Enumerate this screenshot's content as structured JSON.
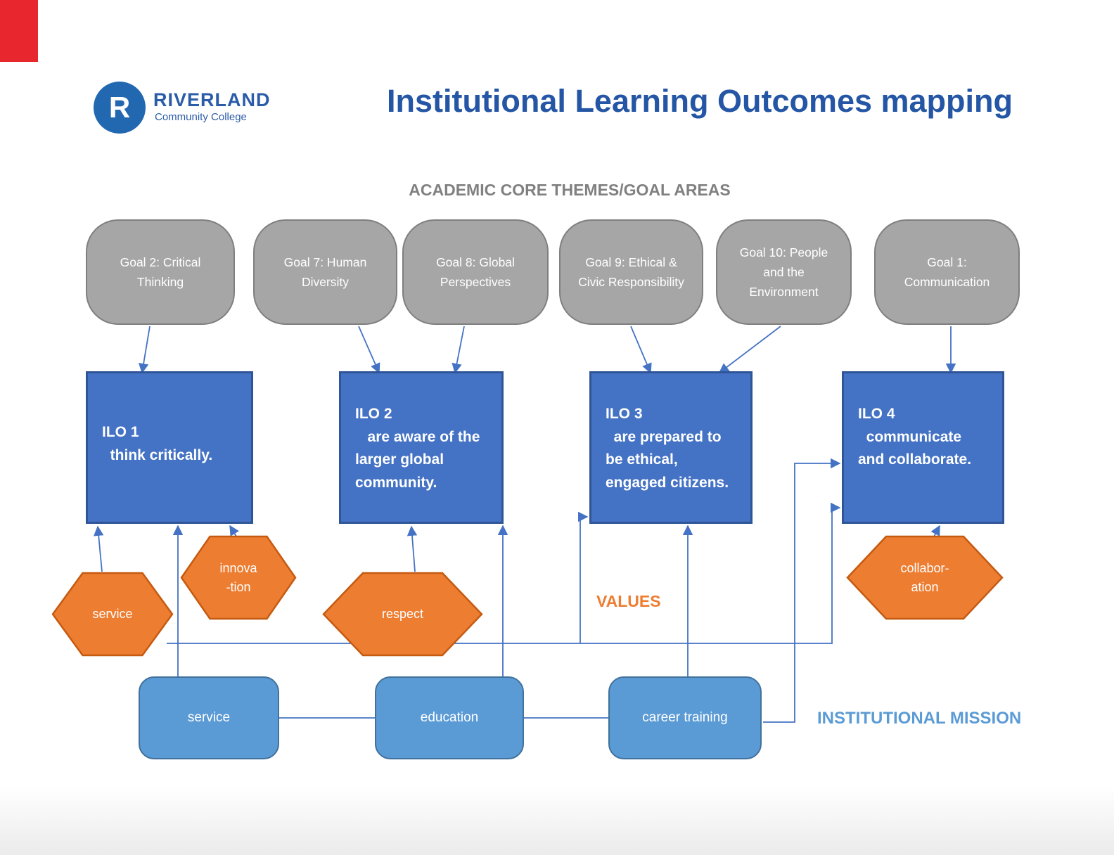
{
  "page": {
    "title": "Institutional Learning Outcomes mapping"
  },
  "logo": {
    "monogram": "R",
    "name": "RIVERLAND",
    "subtitle": "Community College"
  },
  "headings": {
    "goal_areas": "ACADEMIC CORE THEMES/GOAL AREAS",
    "values": "VALUES",
    "mission": "INSTITUTIONAL MISSION"
  },
  "goals": [
    {
      "label": "Goal 2: Critical Thinking"
    },
    {
      "label": "Goal 7:  Human Diversity"
    },
    {
      "label": "Goal 8: Global Perspectives"
    },
    {
      "label": "Goal 9: Ethical & Civic Responsibility"
    },
    {
      "label": "Goal 10: People and the Environment"
    },
    {
      "label": "Goal 1: Communication"
    }
  ],
  "ilos": [
    {
      "title": "ILO 1",
      "body": "  think critically."
    },
    {
      "title": "ILO 2",
      "body": "   are aware of the\nlarger global\ncommunity."
    },
    {
      "title": "ILO 3",
      "body": "  are prepared to\nbe ethical,\nengaged citizens."
    },
    {
      "title": "ILO 4",
      "body": "  communicate\nand collaborate."
    }
  ],
  "values_hexagons": [
    {
      "label": "service"
    },
    {
      "label": "innova\n-tion"
    },
    {
      "label": "respect"
    },
    {
      "label": "collabor-\nation"
    }
  ],
  "mission_boxes": [
    {
      "label": "service"
    },
    {
      "label": "education"
    },
    {
      "label": "career training"
    }
  ],
  "colors": {
    "goal_gray": "#a6a6a6",
    "ilo_blue": "#4472c4",
    "ilo_border": "#2f5597",
    "value_orange": "#ed7d31",
    "value_border": "#c55a11",
    "mission_blue": "#5b9bd5",
    "connector_blue": "#4472c4",
    "title_blue": "#2456a5",
    "heading_gray": "#808080",
    "logo_blue": "#2268b0",
    "corner_red": "#e8262d"
  }
}
